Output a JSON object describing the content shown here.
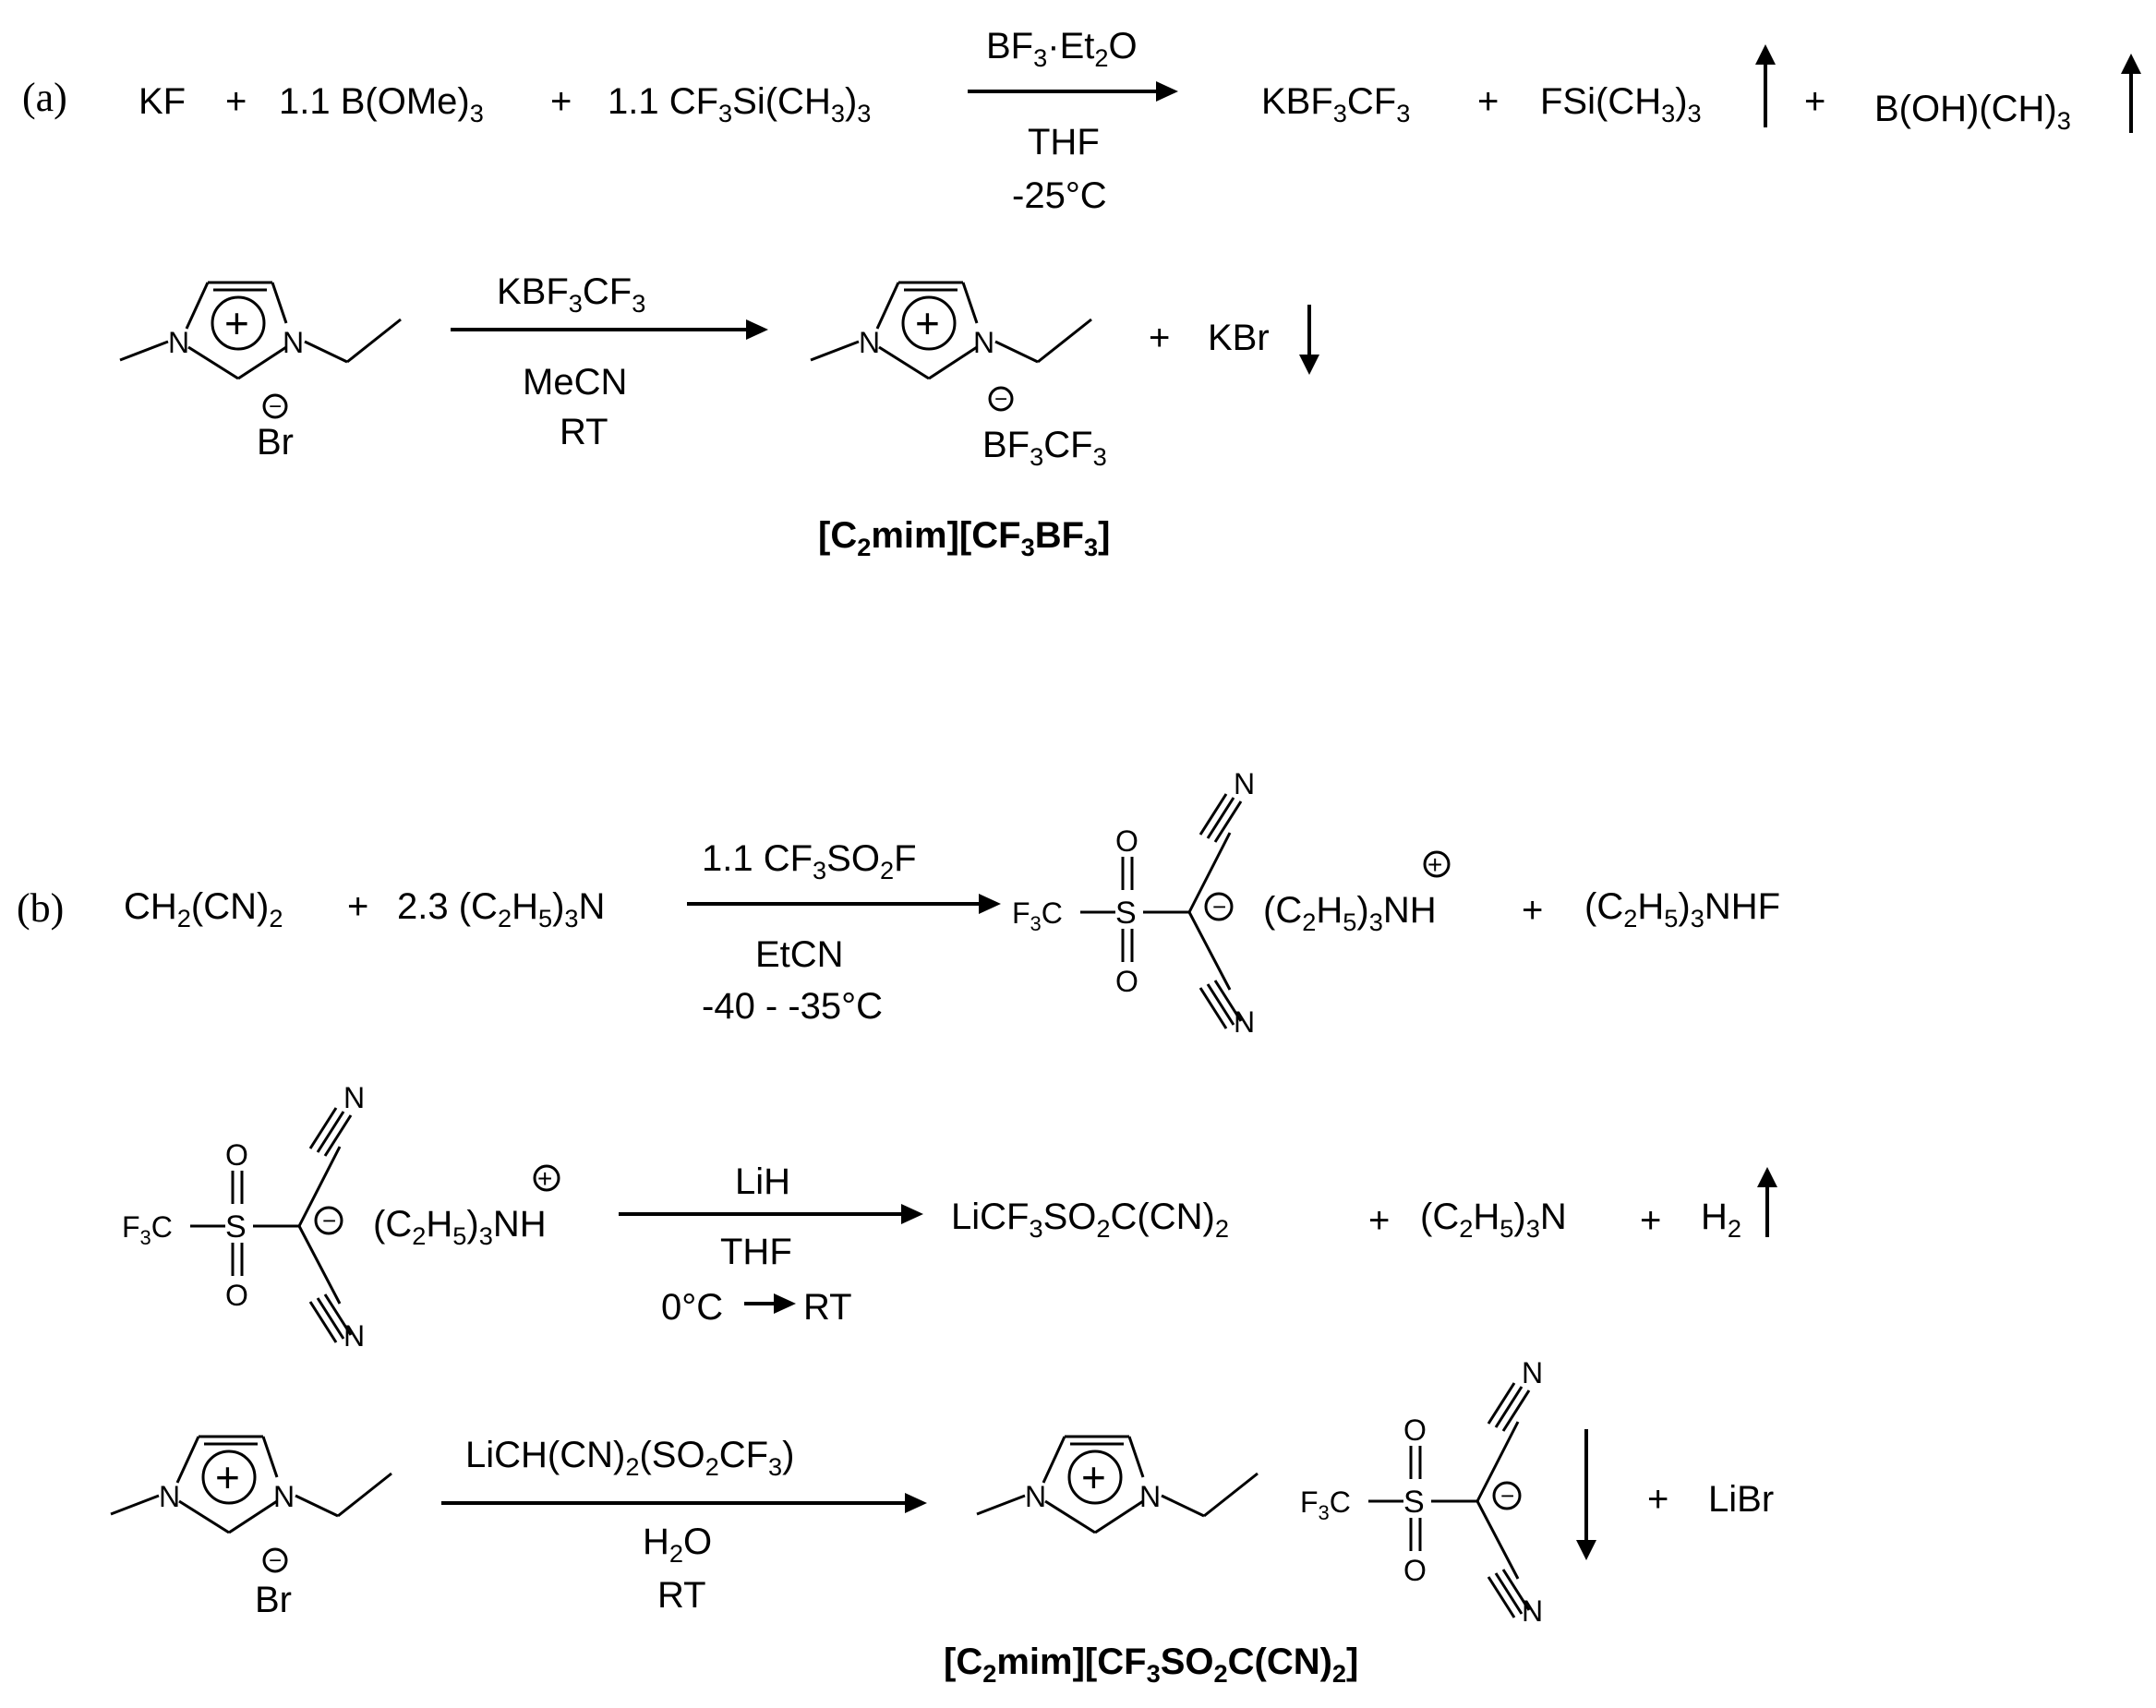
{
  "scheme_a": {
    "label": "(a)",
    "step1": {
      "reactant1": "KF",
      "reactant2_coef": "1.1 ",
      "reactant2": "B(OMe)",
      "reactant2_sub": "3",
      "reactant3_coef": "1.1 ",
      "reactant3": "CF",
      "reactant3_sub1": "3",
      "reactant3_mid": "Si(CH",
      "reactant3_sub2": "3",
      "reactant3_close": ")",
      "reactant3_sub3": "3",
      "plus": "+",
      "reagent_pre": "BF",
      "reagent_sub": "3",
      "reagent_mid": "·Et",
      "reagent_sub2": "2",
      "reagent_post": "O",
      "solvent": "THF",
      "temperature": "-25°C",
      "product1_pre": "KBF",
      "product1_sub": "3",
      "product1_post": "CF",
      "product1_sub2": "3",
      "product2_pre": "FSi(CH",
      "product2_sub": "3",
      "product2_close": ")",
      "product2_sub2": "3",
      "product3_pre": "B(OH)(CH)",
      "product3_sub": "3"
    },
    "step2": {
      "cation_n1": "N",
      "cation_n2": "N",
      "cation_plus": "+",
      "anion_minus": "−",
      "anion_start": "Br",
      "reagent_pre": "KBF",
      "reagent_sub": "3",
      "reagent_post": "CF",
      "reagent_sub2": "3",
      "solvent": "MeCN",
      "temperature": "RT",
      "product_anion_pre": "BF",
      "product_anion_sub": "3",
      "product_anion_post": "CF",
      "product_anion_sub2": "3",
      "byproduct": "KBr",
      "plus": "+",
      "ionic_liquid_pre": "[C",
      "ionic_liquid_sub1": "2",
      "ionic_liquid_mid": "mim][CF",
      "ionic_liquid_sub2": "3",
      "ionic_liquid_mid2": "BF",
      "ionic_liquid_sub3": "3",
      "ionic_liquid_post": "]"
    }
  },
  "scheme_b": {
    "label": "(b)",
    "step1": {
      "reactant1_pre": "CH",
      "reactant1_sub": "2",
      "reactant1_post": "(CN)",
      "reactant1_sub2": "2",
      "reactant2_pre": "2.3 (C",
      "reactant2_sub": "2",
      "reactant2_mid": "H",
      "reactant2_sub2": "5",
      "reactant2_close": ")",
      "reactant2_sub3": "3",
      "reactant2_post": "N",
      "plus": "+",
      "reagent_pre": "1.1 CF",
      "reagent_sub": "3",
      "reagent_mid": "SO",
      "reagent_sub2": "2",
      "reagent_post": "F",
      "solvent": "EtCN",
      "temperature": "-40 - -35°C",
      "counter_pre": "(C",
      "counter_sub": "2",
      "counter_mid": "H",
      "counter_sub2": "5",
      "counter_close": ")",
      "counter_sub3": "3",
      "counter_post": "NH",
      "counter_plus": "+",
      "byproduct_pre": "(C",
      "byproduct_sub": "2",
      "byproduct_mid": "H",
      "byproduct_sub2": "5",
      "byproduct_close": ")",
      "byproduct_sub3": "3",
      "byproduct_post": "NHF"
    },
    "anion_structure": {
      "f3c": "F",
      "f3c_sub": "3",
      "f3c_c": "C",
      "s": "S",
      "o": "O",
      "n": "N",
      "minus": "−"
    },
    "step2": {
      "reagent": "LiH",
      "solvent": "THF",
      "temp_start": "0°C",
      "temp_end": "RT",
      "product_pre": "LiCF",
      "product_sub": "3",
      "product_mid": "SO",
      "product_sub2": "2",
      "product_post": "C(CN)",
      "product_sub3": "2",
      "byproduct1_pre": "(C",
      "byproduct1_sub": "2",
      "byproduct1_mid": "H",
      "byproduct1_sub2": "5",
      "byproduct1_close": ")",
      "byproduct1_sub3": "3",
      "byproduct1_post": "N",
      "byproduct2_pre": "H",
      "byproduct2_sub": "2",
      "plus": "+"
    },
    "step3": {
      "reagent_pre": "LiCH(CN)",
      "reagent_sub": "2",
      "reagent_mid": "(SO",
      "reagent_sub2": "2",
      "reagent_mid2": "CF",
      "reagent_sub3": "3",
      "reagent_post": ")",
      "solvent_pre": "H",
      "solvent_sub": "2",
      "solvent_post": "O",
      "temperature": "RT",
      "byproduct": "LiBr",
      "plus": "+",
      "ionic_liquid_pre": "[C",
      "ionic_liquid_sub1": "2",
      "ionic_liquid_mid": "mim][CF",
      "ionic_liquid_sub2": "3",
      "ionic_liquid_mid2": "SO",
      "ionic_liquid_sub3": "2",
      "ionic_liquid_mid3": "C(CN)",
      "ionic_liquid_sub4": "2",
      "ionic_liquid_post": "]"
    }
  }
}
